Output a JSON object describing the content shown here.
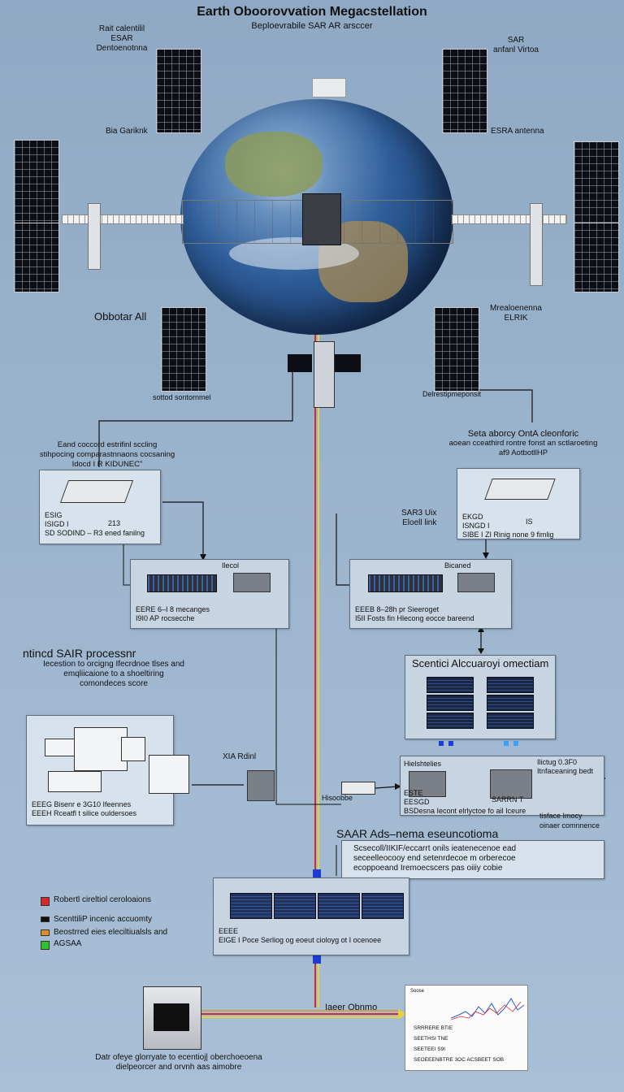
{
  "header": {
    "title": "Earth Oboorovvation  Megacstellation",
    "subtitle": "Beploevrabile SAR AR arsccer"
  },
  "orbit_labels": {
    "top_left": [
      "Rait calentilil",
      "ESAR",
      "Dentoenotnna"
    ],
    "top_right": [
      "SAR",
      "anfanl Virtoa"
    ],
    "mid_left": "Bia Gariknk",
    "mid_right": "ESRA antenna",
    "lower_left": "Obbotar All",
    "lower_right": [
      "Mrealoenenna",
      "ELRIK"
    ],
    "panel_caption_left": "sottod sontornmel",
    "panel_caption_right": "Delrestipmeponsit"
  },
  "left_annotation": [
    "Eand coccord estrifinl sccling",
    "stihpocing comparastnnaons cocsaning",
    "Idocd I R KIDUNEC\""
  ],
  "right_annotation": [
    "Seta aborcy OntA cleonforic",
    "aoean cceathird rontre fonst an sctlaroeting",
    "af9 AotbotllHP"
  ],
  "ground_left": {
    "lines": [
      "ESIG",
      "ISIGD I",
      "SD SODIND – R3 ened fanilng"
    ],
    "badge": "213"
  },
  "ground_right": {
    "link_label": [
      "SAR3 Uix",
      "Eloell link"
    ],
    "lines": [
      "EKGD",
      "ISNGD I",
      "SIBE I ZI Rinig   none 9 fimlig"
    ],
    "badge": "IS"
  },
  "proc_left": {
    "title": "Ilecol",
    "lines": [
      "EERE  6–I  8 mecanges",
      "I9I0  AP  rocsecche"
    ]
  },
  "proc_right": {
    "title": "Bicaned",
    "lines": [
      "EEEB  8–28h  pr Sieeroget",
      "I5II  Fosts fin Hlecong eocce bareend"
    ]
  },
  "sar_processor": {
    "title": "ntincd SAIR processnr",
    "desc": [
      "Iecestion to orcigng Ifecrdnoe tlses and",
      "emqliicaione to a shoeltiring",
      "comondeces score"
    ]
  },
  "science": {
    "title": "Scentici Alccuaroyi omectiam"
  },
  "workstation": {
    "lines": [
      "EEEG  Bisenr e 3G10 Ifeennes",
      "EEEH  Rceatfl  t silice ouldersoes"
    ],
    "link_label": "XIA Rdinl"
  },
  "distributor": {
    "tag": "Hielshtelies",
    "device_label": "SARRN T",
    "note_top": [
      "Ilictug  0.3F0",
      "Itnfaceaning bedt"
    ],
    "lines": [
      "ESTE",
      "EESGD",
      "BSDesna Iecont elrlyctoe fo ail Iceure"
    ],
    "side_note": [
      "tisface Imocy",
      "oinaer comnnence"
    ],
    "relay_label": "Hisoobbe"
  },
  "sar_adsnema": {
    "title": "SAAR Ads–nema  eseuncotioma",
    "desc": [
      "Scsecoll/IIKIF/eccarrt onils  ieatenecenoe ead",
      "seceelleocooy end setenrdecoe m orberecoe",
      "ecoppoeand Iremoecscers pas oiiiy cobie"
    ]
  },
  "bottom_rack": {
    "lines": [
      "EEEE",
      "EIGE I  Poce Serliog  og eoeut cioloyg  ot I ocenoee"
    ]
  },
  "legend": [
    {
      "label": "Robertl cireltiol ceroloaions",
      "color": "#d42a2a"
    },
    {
      "label": "ScenttiliP incenic accuomty",
      "color": "#111111"
    },
    {
      "label": "Beostrred eies eleciltiualsls and",
      "color": "#e0902a"
    },
    {
      "label": "AGSAA",
      "color": "#2ec22e"
    }
  ],
  "bottom": {
    "flow_label": "Iaeer Obnmo",
    "caption": [
      "Datr ofeye glorryate to ecentioj| oberchoeoena",
      "dielpeorcer and orvnh aas aimobre"
    ]
  },
  "report": {
    "header": "Soose",
    "rows": [
      "SRRRERE BTIE",
      "SEETHSI TNE",
      "SEETEEI S9I",
      "SEOEEENBTRE 3OC  ACSBEET SOB"
    ]
  },
  "colors": {
    "fiber_red": "#d42a2a",
    "fiber_yellow": "#e8d23a",
    "link_black": "#111111",
    "relay_blue": "#1b3cd9"
  }
}
